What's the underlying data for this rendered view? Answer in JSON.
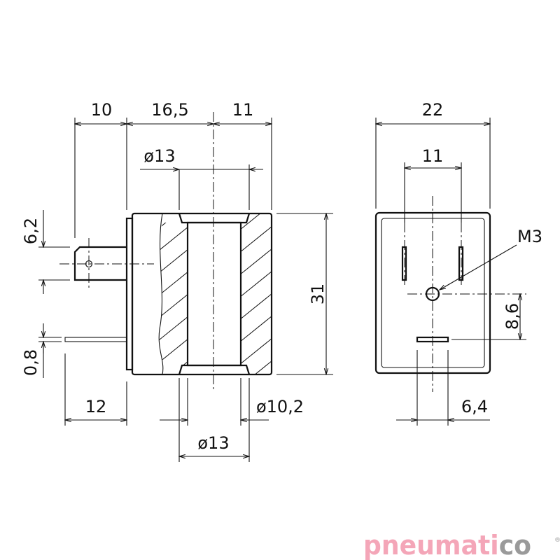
{
  "drawing": {
    "side_view": {
      "dims": {
        "d10": "10",
        "d16_5": "16,5",
        "d11": "11",
        "dia13_top": "ø13",
        "d31": "31",
        "d6_2": "6,2",
        "d0_8": "0,8",
        "d12": "12",
        "dia10_2": "ø10,2",
        "dia13_bottom": "ø13"
      }
    },
    "front_view": {
      "dims": {
        "d22": "22",
        "d11": "11",
        "m3": "M3",
        "d8_6": "8,6",
        "d6_4": "6,4"
      }
    }
  },
  "logo": {
    "text_main": "pneumati",
    "text_accent": "co",
    "registered": "®",
    "color_main": "#f4a6b8",
    "color_accent": "#9a9a9a"
  }
}
